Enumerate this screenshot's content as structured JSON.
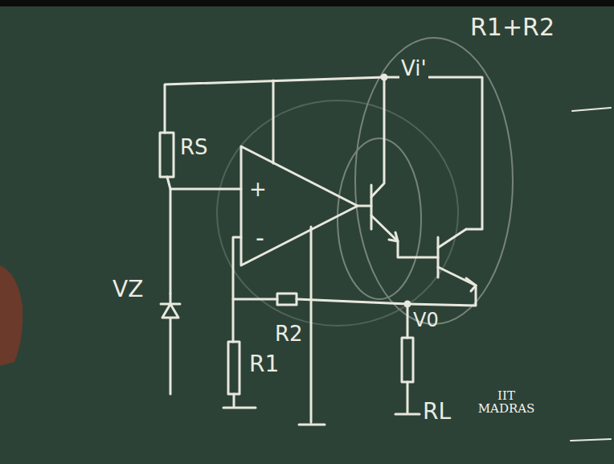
{
  "diagram": {
    "labels": [
      "R1+R2",
      "Vi'",
      "RS",
      "+",
      "-",
      "VZ",
      "R1",
      "R2",
      "V0",
      "RL",
      "IIT MADRAS"
    ]
  }
}
